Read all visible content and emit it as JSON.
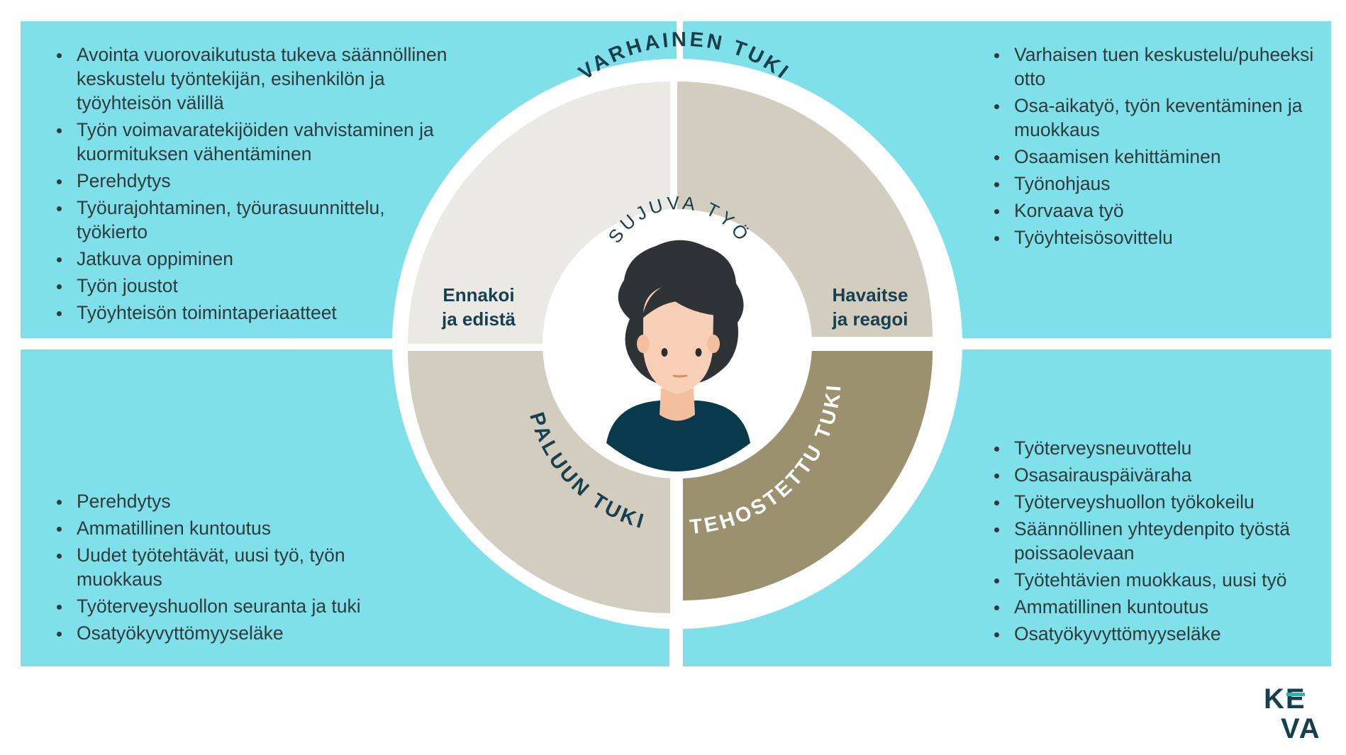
{
  "center": {
    "title": "SUJUVA TYÖ"
  },
  "segments": {
    "varhainen": "VARHAINEN TUKI",
    "paluun": "PALUUN TUKI",
    "tehostettu": "TEHOSTETTU TUKI"
  },
  "side_labels": {
    "left_line1": "Ennakoi",
    "left_line2": "ja edistä",
    "right_line1": "Havaitse",
    "right_line2": "ja reagoi"
  },
  "top_left_items": [
    "Avointa vuorovaikutusta tukeva säännöllinen keskustelu työntekijän, esihenkilön ja työyhteisön välillä",
    "Työn voimavaratekijöiden vahvistaminen ja kuormituksen vähentäminen",
    "Perehdytys",
    "Työurajohtaminen, työurasuunnittelu, työkierto",
    "Jatkuva oppiminen",
    "Työn joustot",
    "Työyhteisön toimintaperiaatteet"
  ],
  "top_right_items": [
    "Varhaisen tuen keskustelu/puheeksi otto",
    "Osa-aikatyö, työn keventäminen ja muokkaus",
    "Osaamisen kehittäminen",
    "Työnohjaus",
    "Korvaava työ",
    "Työyhteisösovittelu"
  ],
  "bottom_left_items": [
    "Perehdytys",
    "Ammatillinen kuntoutus",
    "Uudet työtehtävät, uusi työ, työn muokkaus",
    "Työterveyshuollon seuranta ja tuki",
    "Osatyökyvyttömyyseläke"
  ],
  "bottom_right_items": [
    "Työterveysneuvottelu",
    "Osasairauspäiväraha",
    "Työterveyshuollon työkokeilu",
    "Säännöllinen yhteydenpito työstä poissaolevaan",
    "Työtehtävien muokkaus, uusi työ",
    "Ammatillinen kuntoutus",
    "Osatyökyvyttömyyseläke"
  ],
  "logo": {
    "line1": "KE",
    "line2": "VA"
  },
  "colors": {
    "quadrant": "#80e0ea",
    "segment_top_left": "#ebe9e4",
    "segment_top_right": "#d3cdbf",
    "segment_bottom_left": "#d3cdbf",
    "segment_bottom_right": "#9c916f",
    "dark_text": "#173f4d",
    "avatar_shirt": "#093a4b",
    "logo": "#14404f",
    "logo_accent": "#23b6bf"
  },
  "icons": {
    "avatar": "person-avatar-icon",
    "bullet": "bullet-dot-icon"
  }
}
